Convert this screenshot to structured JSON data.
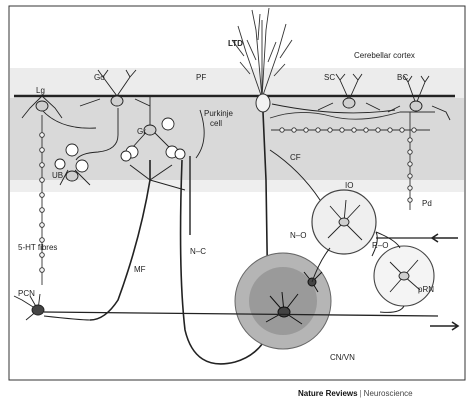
{
  "labels": {
    "ltd": "LTD",
    "cerebellar_cortex": "Cerebellar cortex",
    "go": "Go",
    "pf": "PF",
    "sc": "SC",
    "bc": "BC",
    "lg": "Lg",
    "gr": "Gr",
    "purkinje": "Purkinje",
    "cell": "cell",
    "ub": "UB",
    "cf": "CF",
    "io": "IO",
    "pd": "Pd",
    "ht": "5-HT fibres",
    "mf": "MF",
    "nc": "N–C",
    "no": "N–O",
    "ro": "R–O",
    "prn": "pRN",
    "pcn": "PCN",
    "cnvn": "CN/VN"
  },
  "credit": {
    "journal": "Nature Reviews",
    "separator": "|",
    "section": "Neuroscience"
  },
  "colors": {
    "cortex_band": "#ececec",
    "lower_band": "#d9d9d9",
    "nucleus_fill": "#9a9a9a",
    "nucleus_ring": "#b5b5b5",
    "io_fill": "#efefef",
    "line": "#222222"
  }
}
